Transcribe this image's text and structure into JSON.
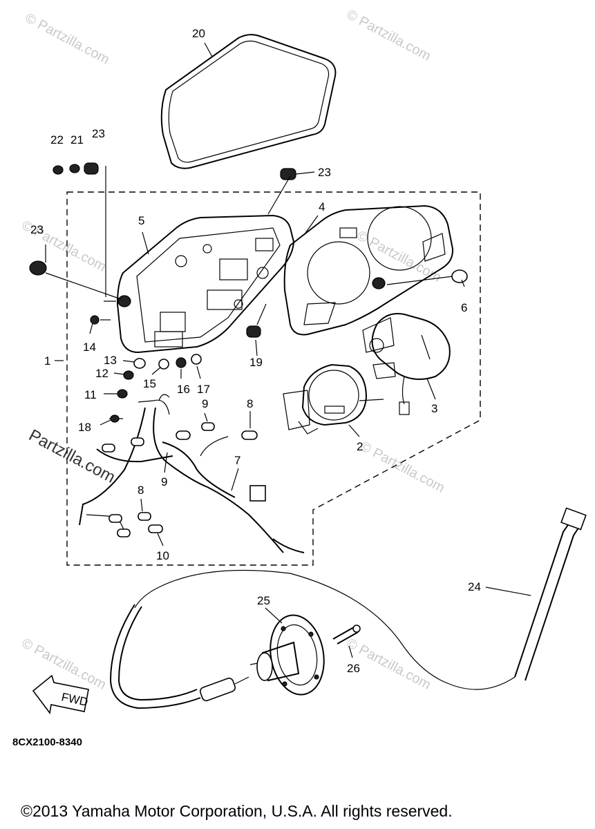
{
  "diagram_code": "8CX2100-8340",
  "copyright": "©2013 Yamaha Motor Corporation, U.S.A. All rights reserved.",
  "watermark_text": "© Partzilla.com",
  "watermark_caption": "Partzilla.com",
  "fwd_label": "FWD",
  "callouts": [
    "1",
    "2",
    "3",
    "4",
    "5",
    "6",
    "7",
    "8",
    "8",
    "9",
    "9",
    "10",
    "11",
    "12",
    "13",
    "14",
    "15",
    "16",
    "17",
    "18",
    "19",
    "20",
    "21",
    "22",
    "23",
    "23",
    "23",
    "24",
    "25",
    "26"
  ]
}
